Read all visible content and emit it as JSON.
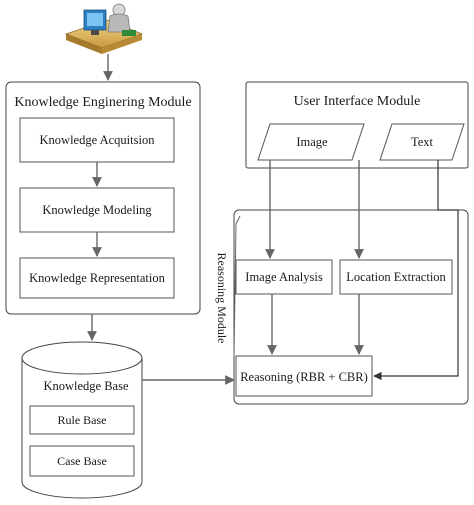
{
  "knowledge_engineering": {
    "title": "Knowledge Enginering Module",
    "steps": [
      "Knowledge Acquitsion",
      "Knowledge Modeling",
      "Knowledge Representation"
    ]
  },
  "user_interface": {
    "title": "User Interface Module",
    "inputs": [
      "Image",
      "Text"
    ]
  },
  "reasoning": {
    "title": "Reasoning Module",
    "analysis": [
      "Image Analysis",
      "Location Extraction"
    ],
    "core": "Reasoning (RBR + CBR)"
  },
  "knowledge_base": {
    "title": "Knowledge Base",
    "parts": [
      "Rule Base",
      "Case Base"
    ]
  },
  "icons": {
    "user": "user-at-computer-icon"
  }
}
